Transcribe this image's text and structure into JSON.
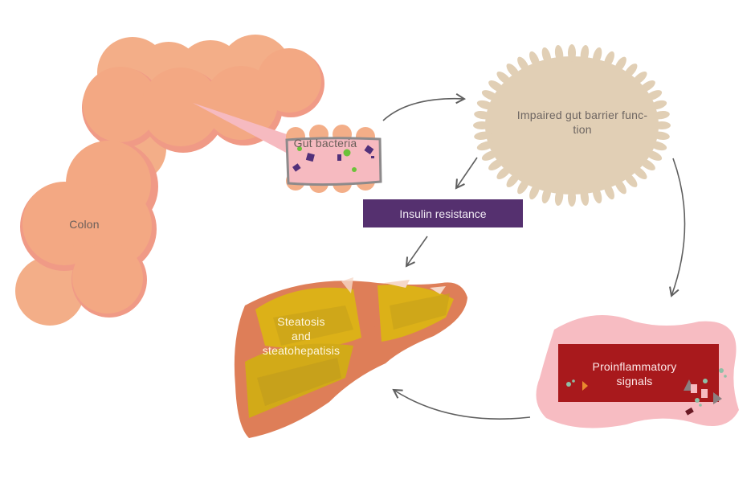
{
  "diagram": {
    "nodes": {
      "colon": {
        "label": "Colon",
        "color": "#f4a882"
      },
      "gut_bacteria": {
        "label": "Gut bacteria",
        "color": "#f6bac0"
      },
      "gut_barrier": {
        "label": "Impaired gut barrier func-\ntion",
        "color": "#e1cfb5"
      },
      "insulin_resistance": {
        "label": "Insulin resistance",
        "color": "#55306f"
      },
      "liver": {
        "label": "Steatosis\nand\nsteatohepatisis",
        "color": "#de7e58",
        "fat_color": "#dcb118"
      },
      "proinflammatory": {
        "label": "Proinflammatory\nsignals",
        "color": "#a8191c",
        "bg_color": "#f7bcc2"
      }
    },
    "edges": [
      {
        "from": "gut_bacteria",
        "to": "gut_barrier"
      },
      {
        "from": "gut_barrier",
        "to": "insulin_resistance"
      },
      {
        "from": "insulin_resistance",
        "to": "liver"
      },
      {
        "from": "gut_barrier",
        "to": "proinflammatory"
      },
      {
        "from": "proinflammatory",
        "to": "liver"
      }
    ],
    "arrow_color": "#5f5f5f"
  }
}
